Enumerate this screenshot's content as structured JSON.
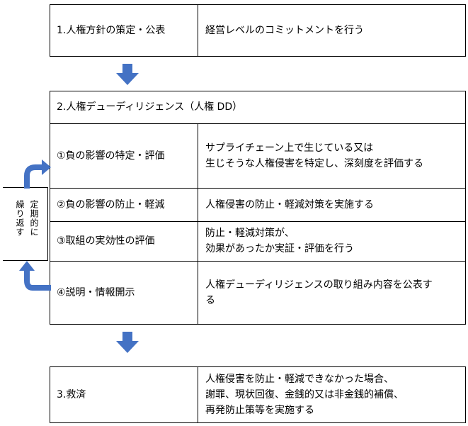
{
  "box1": {
    "left": "1.人権方針の策定・公表",
    "right": "経営レベルのコミットメントを行う"
  },
  "box2": {
    "title": "2.人権デューディリジェンス（人権 DD）",
    "rows": [
      {
        "label": "①負の影響の特定・評価",
        "desc1": "サプライチェーン上で生じている又は",
        "desc2": "生じそうな人権侵害を特定し、深刻度を評価する"
      },
      {
        "label": "②負の影響の防止・軽減",
        "desc1": "人権侵害の防止・軽減対策を実施する",
        "desc2": ""
      },
      {
        "label": "③取組の実効性の評価",
        "desc1": "防止・軽減対策が、",
        "desc2": "効果があったか実証・評価を行う"
      },
      {
        "label": "④説明・情報開示",
        "desc1": "人権デューディリジェンスの取り組み内容を公表す",
        "desc2": "る"
      }
    ]
  },
  "side_label": {
    "col1": "定期的に",
    "col2": "繰り返す"
  },
  "box3": {
    "left": "3.救済",
    "right1": "人権侵害を防止・軽減できなかった場合、",
    "right2": "謝罪、現状回復、金銭的又は非金銭的補償、",
    "right3": "再発防止策等を実施する"
  },
  "colors": {
    "arrow": "#4472c4",
    "border": "#000000"
  }
}
